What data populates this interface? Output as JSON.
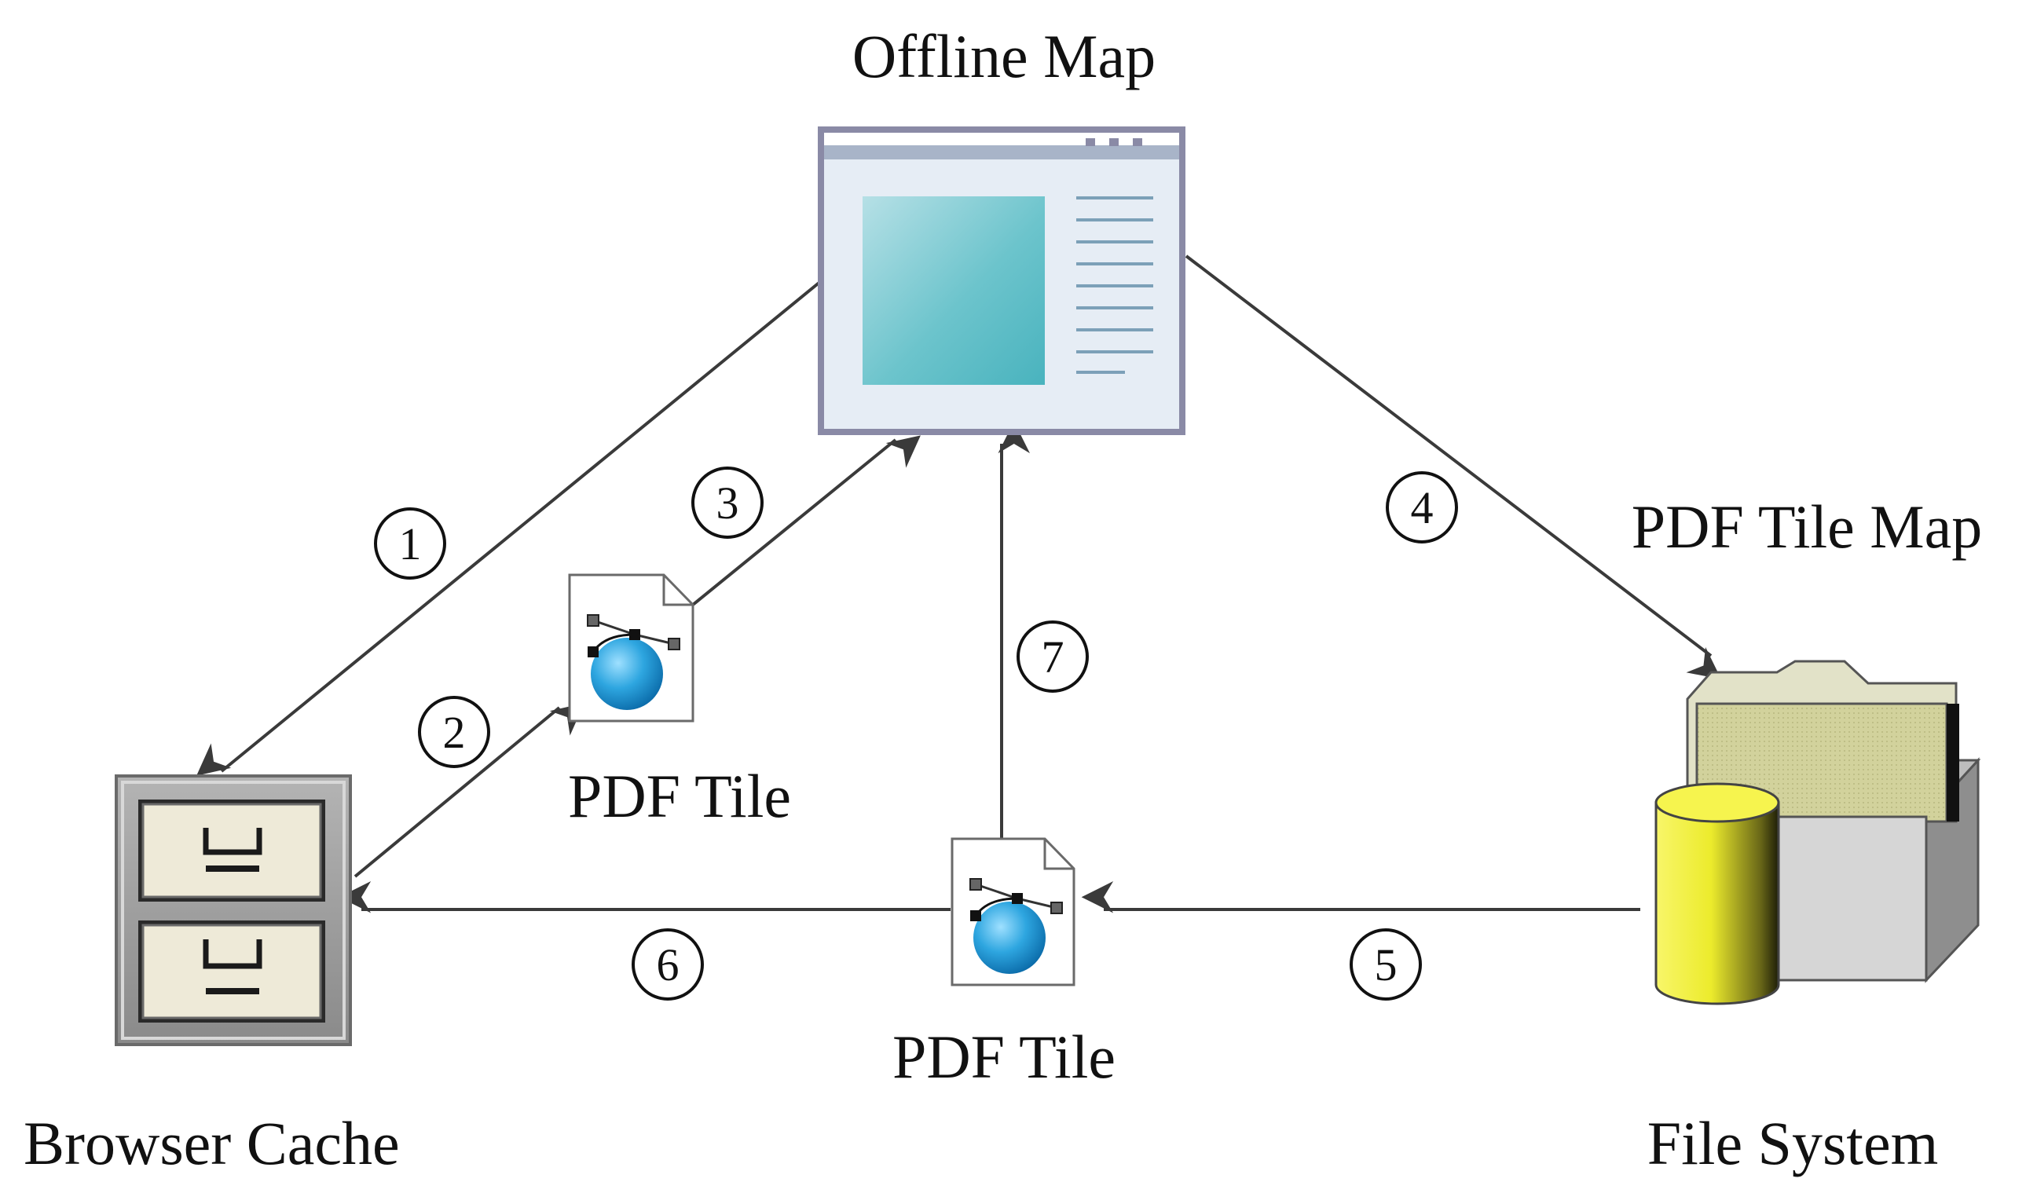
{
  "nodes": {
    "offline_map": {
      "label": "Offline Map",
      "icon": "application-window-icon"
    },
    "browser_cache": {
      "label": "Browser Cache",
      "icon": "file-cabinet-icon"
    },
    "file_system": {
      "label": "File System",
      "icon": "database-folder-icon"
    },
    "pdf_tile_map": {
      "label": "PDF Tile Map"
    },
    "pdf_tile_upper": {
      "label": "PDF Tile",
      "icon": "vector-document-icon"
    },
    "pdf_tile_lower": {
      "label": "PDF Tile",
      "icon": "vector-document-icon"
    }
  },
  "steps": [
    {
      "number": "1",
      "from": "Offline Map",
      "to": "Browser Cache"
    },
    {
      "number": "2",
      "from": "Browser Cache",
      "to": "PDF Tile"
    },
    {
      "number": "3",
      "from": "PDF Tile",
      "to": "Offline Map"
    },
    {
      "number": "4",
      "from": "Offline Map",
      "to": "File System"
    },
    {
      "number": "5",
      "from": "File System",
      "to": "PDF Tile"
    },
    {
      "number": "6",
      "from": "PDF Tile",
      "to": "Browser Cache"
    },
    {
      "number": "7",
      "from": "PDF Tile",
      "to": "Offline Map"
    }
  ],
  "colors": {
    "window_frame": "#8a8aa6",
    "window_titlebar": "#a8b4c8",
    "window_body": "#e6edf5",
    "map_content": "#6cc4cc",
    "cabinet_frame": "#8c8c8c",
    "drawer_face": "#eeead8",
    "globe": "#1e96d2",
    "folder": "#d0d098",
    "cylinder": "#f4f23a",
    "arrow": "#3a3a3a"
  }
}
